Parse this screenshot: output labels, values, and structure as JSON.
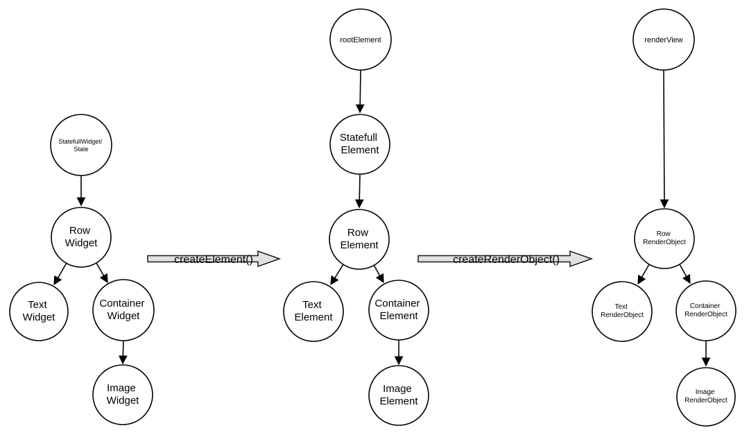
{
  "trees": [
    {
      "name": "widget-tree",
      "nodes": [
        {
          "id": "statefullwidget-state",
          "lines": [
            "StatefullWidget/",
            "State"
          ]
        },
        {
          "id": "row-widget",
          "lines": [
            "Row",
            "Widget"
          ]
        },
        {
          "id": "text-widget",
          "lines": [
            "Text",
            "Widget"
          ]
        },
        {
          "id": "container-widget",
          "lines": [
            "Container",
            "Widget"
          ]
        },
        {
          "id": "image-widget",
          "lines": [
            "Image",
            "Widget"
          ]
        }
      ]
    },
    {
      "name": "element-tree",
      "nodes": [
        {
          "id": "root-element",
          "lines": [
            "rootElement"
          ]
        },
        {
          "id": "statefull-element",
          "lines": [
            "Statefull",
            "Element"
          ]
        },
        {
          "id": "row-element",
          "lines": [
            "Row",
            "Element"
          ]
        },
        {
          "id": "text-element",
          "lines": [
            "Text",
            "Element"
          ]
        },
        {
          "id": "container-element",
          "lines": [
            "Container",
            "Element"
          ]
        },
        {
          "id": "image-element",
          "lines": [
            "Image",
            "Element"
          ]
        }
      ]
    },
    {
      "name": "renderobject-tree",
      "nodes": [
        {
          "id": "render-view",
          "lines": [
            "renderView"
          ]
        },
        {
          "id": "row-renderobject",
          "lines": [
            "Row",
            "RenderObject"
          ]
        },
        {
          "id": "text-renderobject",
          "lines": [
            "Text",
            "RenderObject"
          ]
        },
        {
          "id": "container-renderobject",
          "lines": [
            "Container",
            "RenderObject"
          ]
        },
        {
          "id": "image-renderobject",
          "lines": [
            "Image",
            "RenderObject"
          ]
        }
      ]
    }
  ],
  "transitions": [
    {
      "id": "create-element",
      "label": "createElement()"
    },
    {
      "id": "create-render-object",
      "label": "createRenderObject()"
    }
  ],
  "colors": {
    "background": "#ffffff",
    "node_fill": "#ffffff",
    "node_stroke": "#000000",
    "edge": "#000000",
    "transition_arrow_fill": "#e2e2e2",
    "transition_arrow_stroke": "#1a1a1a",
    "label_text": "#000000"
  }
}
